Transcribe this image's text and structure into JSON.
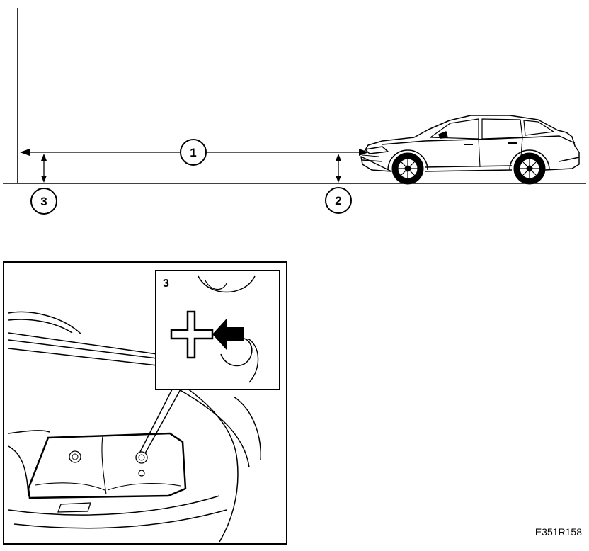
{
  "callouts": {
    "one": "1",
    "two": "2",
    "three": "3"
  },
  "inset": {
    "label": "3"
  },
  "reference_code": "E351R158",
  "colors": {
    "ink": "#000000",
    "paper": "#ffffff"
  }
}
